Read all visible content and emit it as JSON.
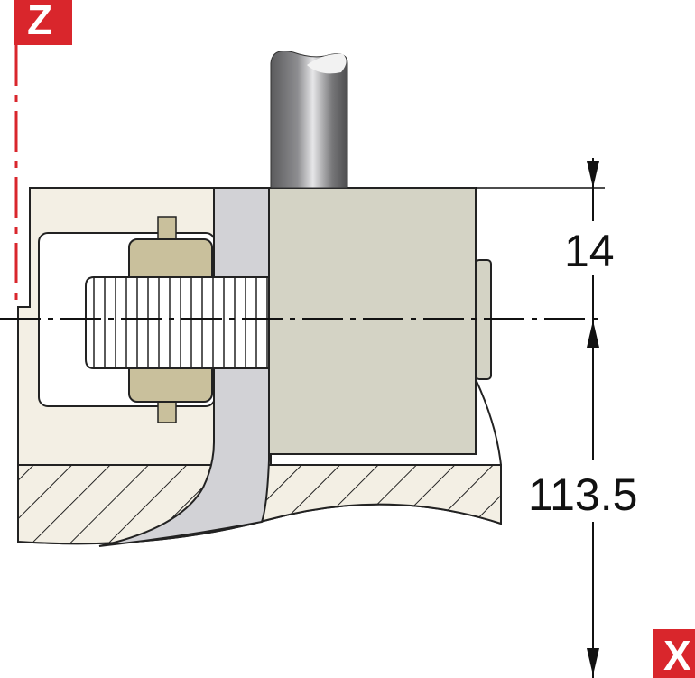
{
  "axes": {
    "z_label": "Z",
    "x_label": "X"
  },
  "dimensions": {
    "upper": "14",
    "lower": "113.5"
  },
  "colors": {
    "axis_red": "#d9262c",
    "housing": "#f3efe4",
    "block": "#d4d3c5",
    "strip": "#d2d2d6",
    "nut": "#c9c09c",
    "outline": "#222222"
  }
}
